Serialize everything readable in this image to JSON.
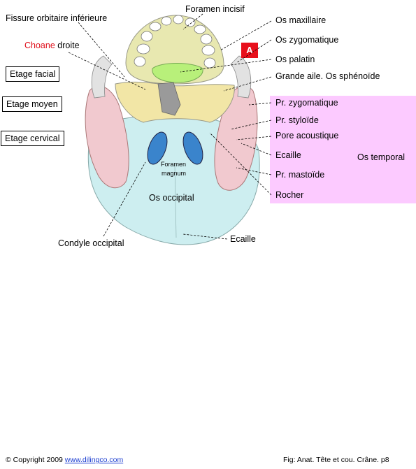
{
  "labels": {
    "foramen_incisif": "Foramen  incisif",
    "fissure_orbitaire": "Fissure orbitaire inférieure",
    "choane_red": "Choane",
    "choane_rest": " droite",
    "os_maxillaire": "Os maxillaire",
    "os_zygomatique": "Os zygomatique",
    "os_palatin": "Os palatin",
    "grande_aile": "Grande aile. Os sphénoïde",
    "pr_zygomatique": "Pr. zygomatique",
    "pr_styloide": "Pr. styloïde",
    "pore_acoustique": "Pore acoustique",
    "ecaille_temporal": "Ecaille",
    "os_temporal": "Os temporal",
    "pr_mastoide": "Pr. mastoïde",
    "rocher": "Rocher",
    "foramen_magnum_1": "Foramen",
    "foramen_magnum_2": "magnum",
    "os_occipital": "Os occipital",
    "condyle_occipital": "Condyle occipital",
    "ecaille_occipital": "Ecaille"
  },
  "stages": {
    "facial": "Etage facial",
    "moyen": "Etage moyen",
    "cervical": "Etage cervical"
  },
  "badge": "A",
  "footer": {
    "copyright": "© Copyright 2009 ",
    "link": "www.dilingco.com",
    "fig": "Fig:  Anat. Tête et cou. Crâne. p8"
  },
  "colors": {
    "temporal_panel": "#fccaff",
    "badge": "#e8101c",
    "maxillaire": "#e8e8b0",
    "palatin": "#b8f07a",
    "sphenoide": "#f2e6a6",
    "temporal_bone": "#f1c9cf",
    "occipital": "#cdeef0",
    "foramen_magnum": "#3a84cc"
  }
}
